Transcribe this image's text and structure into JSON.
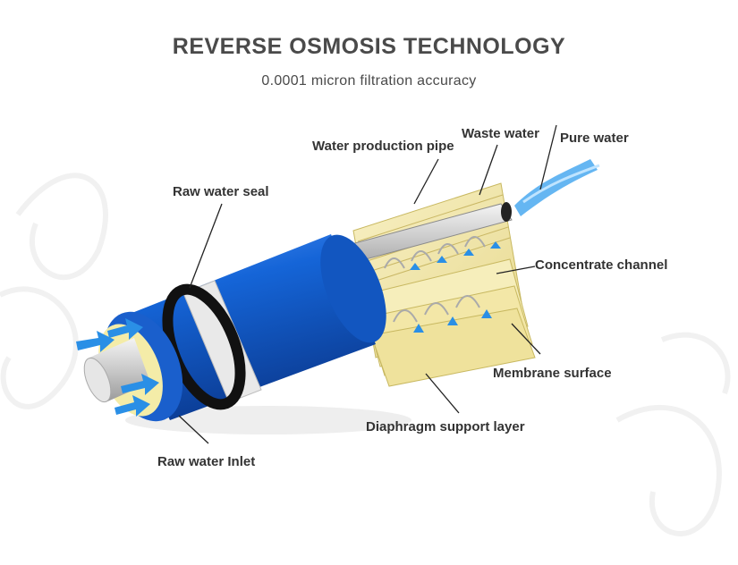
{
  "header": {
    "title": "REVERSE OSMOSIS TECHNOLOGY",
    "subtitle": "0.0001 micron filtration accuracy"
  },
  "labels": {
    "waste_water": "Waste water",
    "pure_water": "Pure water",
    "water_production_pipe": "Water production pipe",
    "raw_water_seal": "Raw water seal",
    "concentrate_channel": "Concentrate channel",
    "membrane_surface": "Membrane surface",
    "diaphragm_support_layer": "Diaphragm support layer",
    "raw_water_inlet": "Raw water Inlet"
  },
  "colors": {
    "membrane_blue": "#1565d8",
    "membrane_dark": "#0c3f9a",
    "layer_cream": "#f3e9b0",
    "arrow_blue": "#2a8fe6",
    "text": "#333333"
  }
}
